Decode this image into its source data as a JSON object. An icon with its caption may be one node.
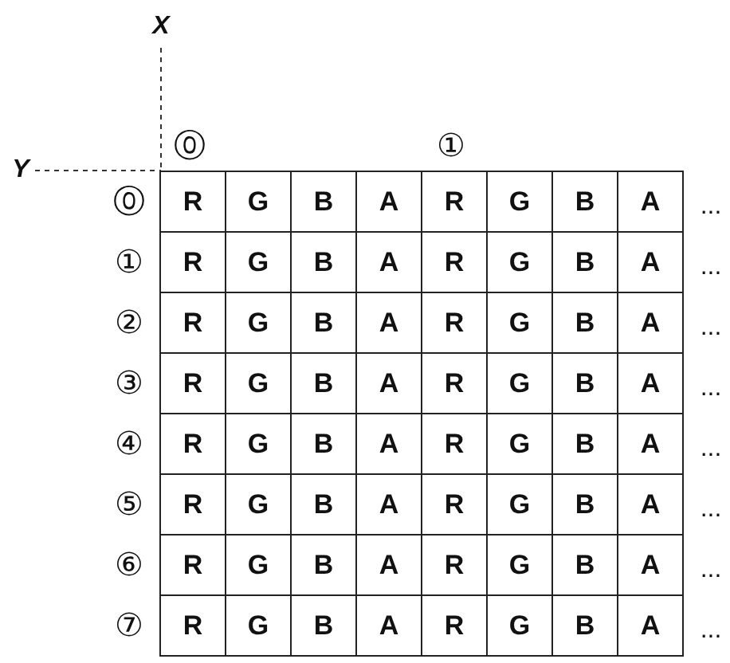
{
  "diagram": {
    "labels": [
      "X",
      "⓪",
      "①",
      "Y",
      "⓪",
      "R",
      "G",
      "B",
      "A",
      "R",
      "G",
      "B",
      "A",
      "...",
      "①",
      "R",
      "G",
      "B",
      "A",
      "R",
      "G",
      "B",
      "A",
      "...",
      "②",
      "R",
      "G",
      "B",
      "A",
      "R",
      "G",
      "B",
      "A",
      "...",
      "③",
      "R",
      "G",
      "B",
      "A",
      "R",
      "G",
      "B",
      "A",
      "...",
      "④",
      "R",
      "G",
      "B",
      "A",
      "R",
      "G",
      "B",
      "A",
      "...",
      "⑤",
      "R",
      "G",
      "B",
      "A",
      "R",
      "G",
      "B",
      "A",
      "...",
      "⑥",
      "R",
      "G",
      "B",
      "A",
      "R",
      "G",
      "B",
      "A",
      "...",
      "⑦",
      "R",
      "G",
      "B",
      "A",
      "R",
      "G",
      "B",
      "A",
      "..."
    ]
  }
}
